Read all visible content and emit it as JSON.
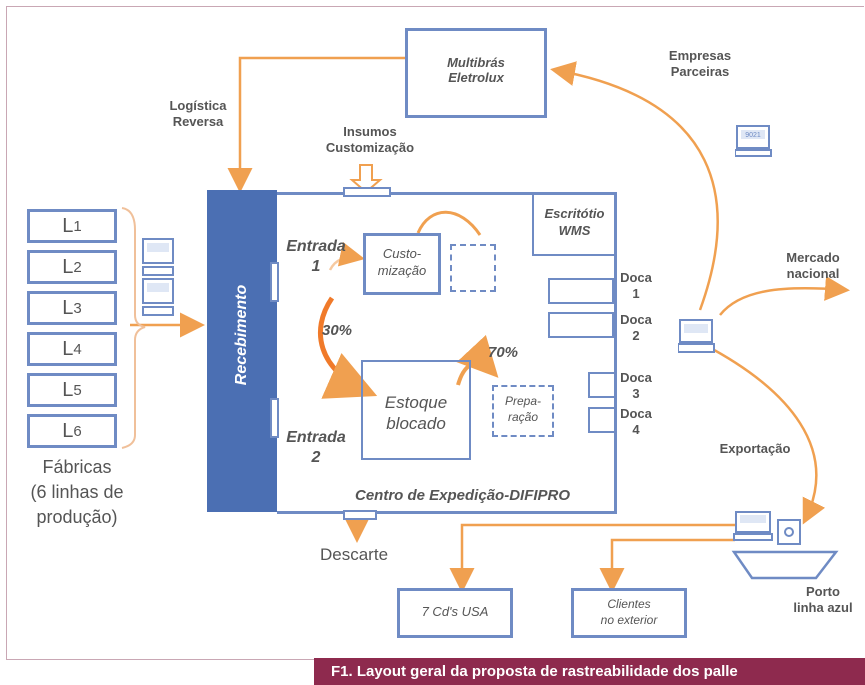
{
  "nodes": {
    "multibras": "Multibrás\nEletrolux",
    "logistica_reversa": "Logística\nReversa",
    "insumos": "Insumos\nCustomização",
    "empresas_parceiras": "Empresas\nParceiras",
    "recebimento": "Recebimento",
    "entrada1": "Entrada\n1",
    "entrada2": "Entrada\n2",
    "customizacao": "Custo-\nmização",
    "escritorio": "Escritótio\nWMS",
    "estoque": "Estoque\nblocado",
    "preparacao": "Prepa-\nração",
    "pct30": "30%",
    "pct70": "70%",
    "doca1": "Doca\n1",
    "doca2": "Doca\n2",
    "doca3": "Doca\n3",
    "doca4": "Doca\n4",
    "centro": "Centro de Expedição-DIFIPRO",
    "mercado": "Mercado\nnacional",
    "exportacao": "Exportação",
    "descarte": "Descarte",
    "fabricas": "Fábricas\n(6 linhas de\nprodução)",
    "cds_usa": "7 Cd's USA",
    "clientes": "Clientes\nno exterior",
    "porto": "Porto\nlinha azul"
  },
  "lines": [
    {
      "base": "L",
      "sub": "1"
    },
    {
      "base": "L",
      "sub": "2"
    },
    {
      "base": "L",
      "sub": "3"
    },
    {
      "base": "L",
      "sub": "4"
    },
    {
      "base": "L",
      "sub": "5"
    },
    {
      "base": "L",
      "sub": "6"
    }
  ],
  "terminal_label": "9021",
  "caption": "F1. Layout geral da proposta de rastreabilidade dos palle",
  "colors": {
    "box": "#6f8bc4",
    "arrow": "#f0a050",
    "recebimento": "#4b6fb3",
    "caption_bg": "#8e2a4e"
  }
}
